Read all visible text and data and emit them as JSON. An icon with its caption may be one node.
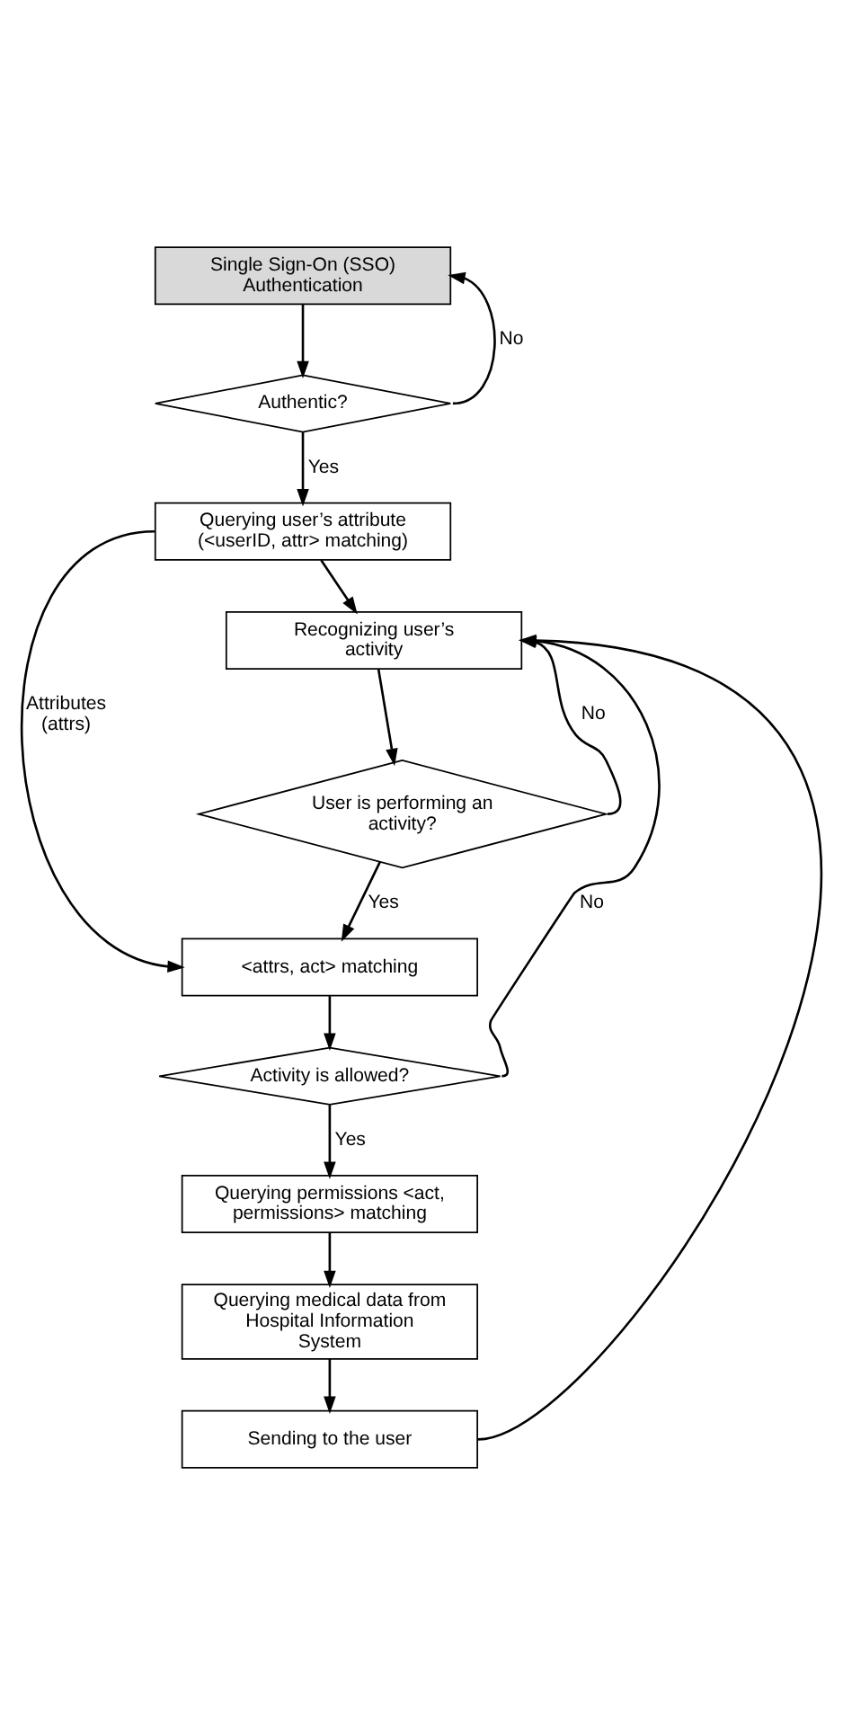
{
  "diagram": {
    "nodes": [
      {
        "text": [
          "Single Sign-On (SSO) Authentication"
        ]
      },
      {
        "text": [
          "Authentic?"
        ]
      },
      {
        "text": [
          "Querying user’s attribute (<userID, attr> matching)"
        ]
      },
      {
        "text": [
          "Recognizing user’s activity"
        ]
      },
      {
        "text": [
          "User is performing an activity?"
        ]
      },
      {
        "text": [
          "<attrs, act> matching"
        ]
      },
      {
        "text": [
          "Activity is allowed?"
        ]
      },
      {
        "text": [
          "Querying permissions <act, permissions> matching"
        ]
      },
      {
        "text": [
          "Querying medical data from Hospital Information System"
        ]
      },
      {
        "text": [
          "Sending to the user"
        ]
      }
    ],
    "edges": [
      {
        "from": 0,
        "to": 1,
        "arrow": "to"
      },
      {
        "from": 1,
        "to": 2,
        "arrow": "to",
        "label": "Yes"
      },
      {
        "from": 1,
        "to": 0,
        "arrow": "to",
        "label": "No"
      },
      {
        "from": 2,
        "to": 3,
        "arrow": "to"
      },
      {
        "from": 2,
        "to": 5,
        "arrow": "to",
        "label": "Attributes (attrs)"
      },
      {
        "from": 3,
        "to": 4,
        "arrow": "to"
      },
      {
        "from": 4,
        "to": 5,
        "arrow": "to",
        "label": "Yes"
      },
      {
        "from": 4,
        "to": 3,
        "arrow": "to",
        "label": "No"
      },
      {
        "from": 5,
        "to": 6,
        "arrow": "to"
      },
      {
        "from": 6,
        "to": 7,
        "arrow": "to",
        "label": "Yes"
      },
      {
        "from": 6,
        "to": 3,
        "arrow": "to",
        "label": "No"
      },
      {
        "from": 7,
        "to": 8,
        "arrow": "to"
      },
      {
        "from": 8,
        "to": 9,
        "arrow": "to"
      },
      {
        "from": 9,
        "to": 3,
        "arrow": "to"
      }
    ]
  }
}
